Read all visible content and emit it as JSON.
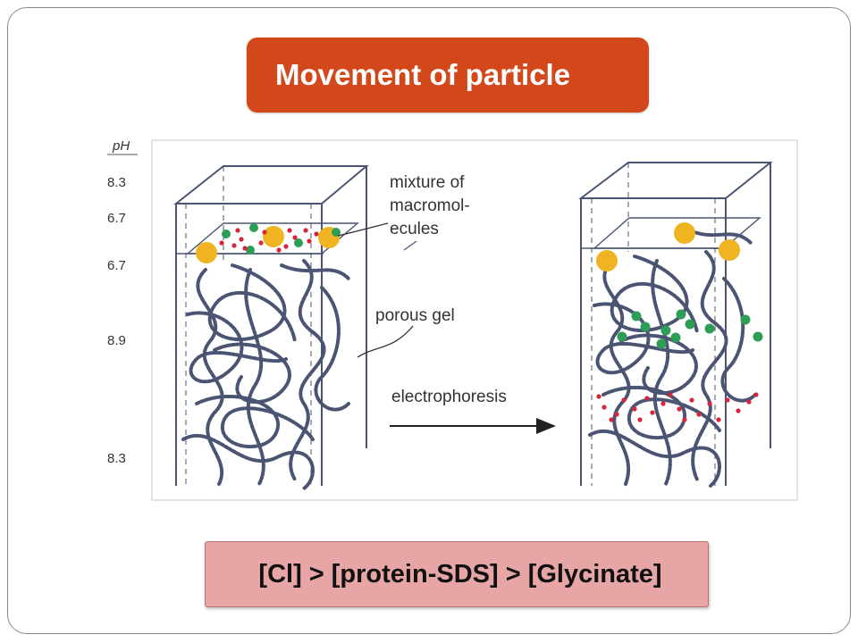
{
  "slide": {
    "title": "Movement of particle",
    "bottom_text": "[Cl] > [protein-SDS] > [Glycinate]"
  },
  "figure": {
    "ph_header": "pH",
    "ph_values": [
      "8.3",
      "6.7",
      "6.7",
      "8.9",
      "8.3"
    ],
    "labels": {
      "mixture_line1": "mixture of",
      "mixture_line2": "macromol-",
      "mixture_line3": "ecules",
      "porous_gel": "porous gel",
      "electrophoresis": "electrophoresis"
    },
    "colors": {
      "title_bg": "#d2481a",
      "bottom_bg": "#e8a5a5",
      "gel_strand": "#4b5573",
      "large_particle": "#f0b323",
      "medium_particle": "#2e9e57",
      "small_particle": "#d6263d"
    }
  }
}
